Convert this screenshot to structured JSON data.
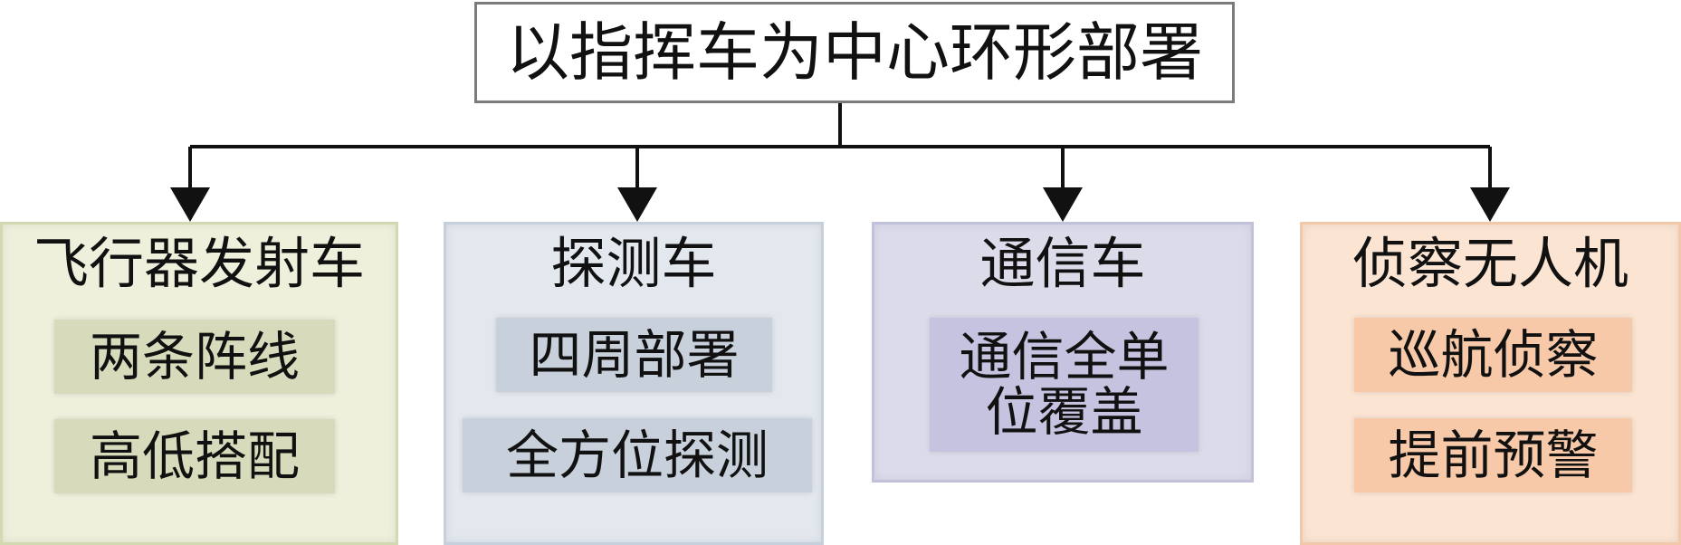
{
  "root": {
    "label": "以指挥车为中心环形部署"
  },
  "branches": [
    {
      "title": "飞行器发射车",
      "items": [
        "两条阵线",
        "高低搭配"
      ]
    },
    {
      "title": "探测车",
      "items": [
        "四周部署",
        "全方位探测"
      ]
    },
    {
      "title": "通信车",
      "items": [
        "通信全单\n位覆盖"
      ]
    },
    {
      "title": "侦察无人机",
      "items": [
        "巡航侦察",
        "提前预警"
      ]
    }
  ],
  "colors": {
    "connector": "#111111",
    "root_border": "#7b7b7b",
    "launcher_fill": "#eef0dc",
    "launcher_border": "#d2d9b0",
    "launcher_item_fill": "#d7dbbb",
    "detector_fill": "#e3e8ee",
    "detector_border": "#c5d0dc",
    "detector_item_fill": "#c7d0db",
    "comms_fill": "#dcdbea",
    "comms_border": "#c2c1db",
    "comms_item_fill": "#c5c3df",
    "recon_fill": "#fbe4d2",
    "recon_border": "#f2c8a8",
    "recon_item_fill": "#f7c9a8"
  }
}
